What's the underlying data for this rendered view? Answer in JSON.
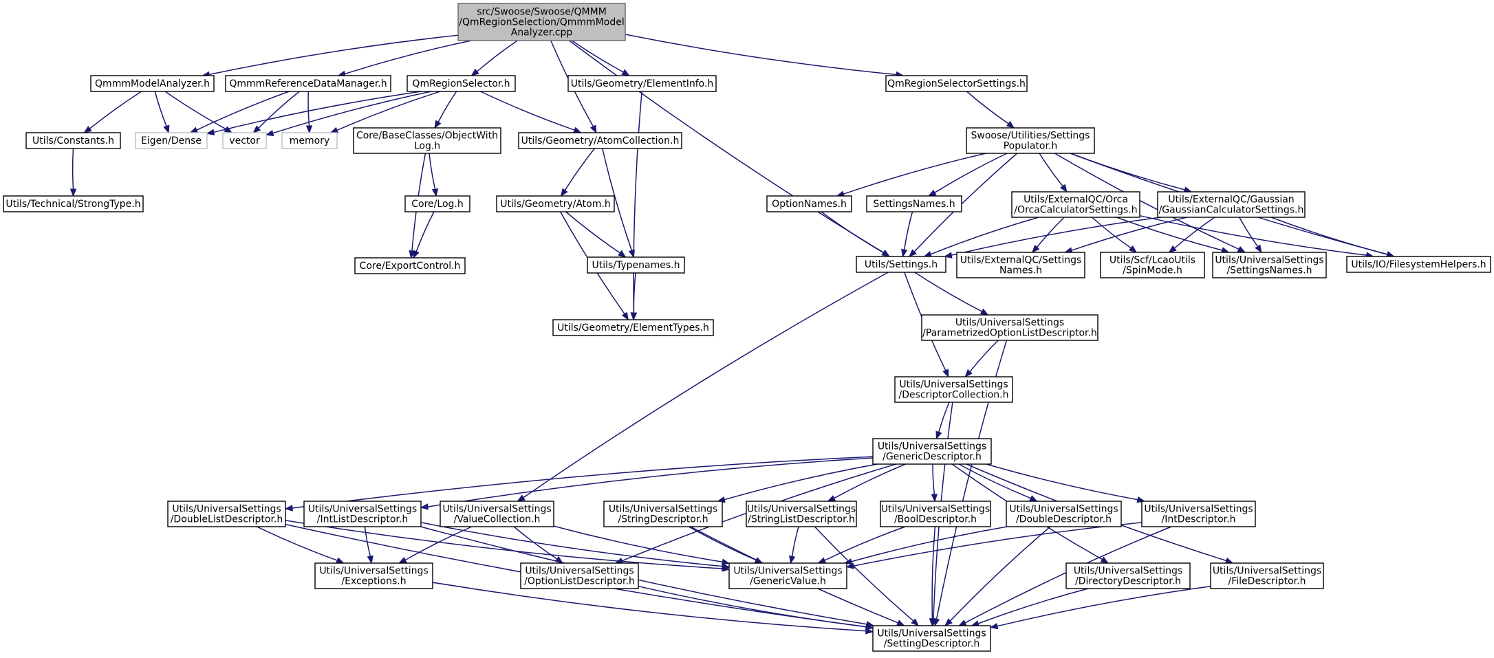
{
  "nodes": [
    {
      "id": "root",
      "lines": [
        "src/Swoose/Swoose/QMMM",
        "/QmRegionSelection/QmmmModel",
        "Analyzer.cpp"
      ],
      "kind": "root"
    },
    {
      "id": "qmmm_model_analyzer_h",
      "lines": [
        "QmmmModelAnalyzer.h"
      ]
    },
    {
      "id": "qmmm_reference_data_manager_h",
      "lines": [
        "QmmmReferenceDataManager.h"
      ]
    },
    {
      "id": "qm_region_selector_h",
      "lines": [
        "QmRegionSelector.h"
      ]
    },
    {
      "id": "element_info_h",
      "lines": [
        "Utils/Geometry/ElementInfo.h"
      ]
    },
    {
      "id": "qm_region_selector_settings_h",
      "lines": [
        "QmRegionSelectorSettings.h"
      ]
    },
    {
      "id": "constants_h",
      "lines": [
        "Utils/Constants.h"
      ]
    },
    {
      "id": "eigen_dense",
      "lines": [
        "Eigen/Dense"
      ],
      "kind": "missing"
    },
    {
      "id": "vector",
      "lines": [
        "vector"
      ],
      "kind": "missing"
    },
    {
      "id": "memory",
      "lines": [
        "memory"
      ],
      "kind": "missing"
    },
    {
      "id": "object_with_log_h",
      "lines": [
        "Core/BaseClasses/ObjectWith",
        "Log.h"
      ]
    },
    {
      "id": "atom_collection_h",
      "lines": [
        "Utils/Geometry/AtomCollection.h"
      ]
    },
    {
      "id": "strong_type_h",
      "lines": [
        "Utils/Technical/StrongType.h"
      ]
    },
    {
      "id": "core_log_h",
      "lines": [
        "Core/Log.h"
      ]
    },
    {
      "id": "atom_h",
      "lines": [
        "Utils/Geometry/Atom.h"
      ]
    },
    {
      "id": "export_control_h",
      "lines": [
        "Core/ExportControl.h"
      ]
    },
    {
      "id": "typenames_h",
      "lines": [
        "Utils/Typenames.h"
      ]
    },
    {
      "id": "element_types_h",
      "lines": [
        "Utils/Geometry/ElementTypes.h"
      ]
    },
    {
      "id": "settings_populator_h",
      "lines": [
        "Swoose/Utilities/Settings",
        "Populator.h"
      ]
    },
    {
      "id": "option_names_h",
      "lines": [
        "OptionNames.h"
      ]
    },
    {
      "id": "settings_names_h",
      "lines": [
        "SettingsNames.h"
      ]
    },
    {
      "id": "orca_calculator_settings_h",
      "lines": [
        "Utils/ExternalQC/Orca",
        "/OrcaCalculatorSettings.h"
      ]
    },
    {
      "id": "gaussian_calculator_settings_h",
      "lines": [
        "Utils/ExternalQC/Gaussian",
        "/GaussianCalculatorSettings.h"
      ]
    },
    {
      "id": "utils_settings_h",
      "lines": [
        "Utils/Settings.h"
      ]
    },
    {
      "id": "externalqc_settings_names_h",
      "lines": [
        "Utils/ExternalQC/Settings",
        "Names.h"
      ]
    },
    {
      "id": "spin_mode_h",
      "lines": [
        "Utils/Scf/LcaoUtils",
        "/SpinMode.h"
      ]
    },
    {
      "id": "universal_settings_names_h",
      "lines": [
        "Utils/UniversalSettings",
        "/SettingsNames.h"
      ]
    },
    {
      "id": "filesystem_helpers_h",
      "lines": [
        "Utils/IO/FilesystemHelpers.h"
      ]
    },
    {
      "id": "parametrized_option_list_descriptor_h",
      "lines": [
        "Utils/UniversalSettings",
        "/ParametrizedOptionListDescriptor.h"
      ]
    },
    {
      "id": "descriptor_collection_h",
      "lines": [
        "Utils/UniversalSettings",
        "/DescriptorCollection.h"
      ]
    },
    {
      "id": "generic_descriptor_h",
      "lines": [
        "Utils/UniversalSettings",
        "/GenericDescriptor.h"
      ]
    },
    {
      "id": "double_list_descriptor_h",
      "lines": [
        "Utils/UniversalSettings",
        "/DoubleListDescriptor.h"
      ]
    },
    {
      "id": "int_list_descriptor_h",
      "lines": [
        "Utils/UniversalSettings",
        "/IntListDescriptor.h"
      ]
    },
    {
      "id": "value_collection_h",
      "lines": [
        "Utils/UniversalSettings",
        "/ValueCollection.h"
      ]
    },
    {
      "id": "string_descriptor_h",
      "lines": [
        "Utils/UniversalSettings",
        "/StringDescriptor.h"
      ]
    },
    {
      "id": "string_list_descriptor_h",
      "lines": [
        "Utils/UniversalSettings",
        "/StringListDescriptor.h"
      ]
    },
    {
      "id": "bool_descriptor_h",
      "lines": [
        "Utils/UniversalSettings",
        "/BoolDescriptor.h"
      ]
    },
    {
      "id": "double_descriptor_h",
      "lines": [
        "Utils/UniversalSettings",
        "/DoubleDescriptor.h"
      ]
    },
    {
      "id": "int_descriptor_h",
      "lines": [
        "Utils/UniversalSettings",
        "/IntDescriptor.h"
      ]
    },
    {
      "id": "exceptions_h",
      "lines": [
        "Utils/UniversalSettings",
        "/Exceptions.h"
      ]
    },
    {
      "id": "option_list_descriptor_h",
      "lines": [
        "Utils/UniversalSettings",
        "/OptionListDescriptor.h"
      ]
    },
    {
      "id": "generic_value_h",
      "lines": [
        "Utils/UniversalSettings",
        "/GenericValue.h"
      ]
    },
    {
      "id": "directory_descriptor_h",
      "lines": [
        "Utils/UniversalSettings",
        "/DirectoryDescriptor.h"
      ]
    },
    {
      "id": "file_descriptor_h",
      "lines": [
        "Utils/UniversalSettings",
        "/FileDescriptor.h"
      ]
    },
    {
      "id": "setting_descriptor_h",
      "lines": [
        "Utils/UniversalSettings",
        "/SettingDescriptor.h"
      ]
    }
  ],
  "edges": [
    [
      "root",
      "qmmm_model_analyzer_h"
    ],
    [
      "root",
      "qmmm_reference_data_manager_h"
    ],
    [
      "root",
      "qm_region_selector_h"
    ],
    [
      "root",
      "atom_collection_h"
    ],
    [
      "root",
      "element_info_h"
    ],
    [
      "root",
      "utils_settings_h"
    ],
    [
      "root",
      "qm_region_selector_settings_h"
    ],
    [
      "qmmm_model_analyzer_h",
      "constants_h"
    ],
    [
      "qmmm_model_analyzer_h",
      "eigen_dense"
    ],
    [
      "qmmm_model_analyzer_h",
      "vector"
    ],
    [
      "constants_h",
      "strong_type_h"
    ],
    [
      "qmmm_reference_data_manager_h",
      "eigen_dense"
    ],
    [
      "qmmm_reference_data_manager_h",
      "vector"
    ],
    [
      "qmmm_reference_data_manager_h",
      "memory"
    ],
    [
      "qm_region_selector_h",
      "eigen_dense"
    ],
    [
      "qm_region_selector_h",
      "vector"
    ],
    [
      "qm_region_selector_h",
      "memory"
    ],
    [
      "qm_region_selector_h",
      "object_with_log_h"
    ],
    [
      "qm_region_selector_h",
      "atom_collection_h"
    ],
    [
      "object_with_log_h",
      "core_log_h"
    ],
    [
      "object_with_log_h",
      "export_control_h"
    ],
    [
      "core_log_h",
      "export_control_h"
    ],
    [
      "atom_collection_h",
      "atom_h"
    ],
    [
      "atom_collection_h",
      "typenames_h"
    ],
    [
      "atom_h",
      "typenames_h"
    ],
    [
      "atom_h",
      "element_types_h"
    ],
    [
      "typenames_h",
      "element_types_h"
    ],
    [
      "element_info_h",
      "element_types_h"
    ],
    [
      "qm_region_selector_settings_h",
      "settings_populator_h"
    ],
    [
      "settings_populator_h",
      "option_names_h"
    ],
    [
      "settings_populator_h",
      "settings_names_h"
    ],
    [
      "settings_populator_h",
      "utils_settings_h"
    ],
    [
      "settings_populator_h",
      "orca_calculator_settings_h"
    ],
    [
      "settings_populator_h",
      "gaussian_calculator_settings_h"
    ],
    [
      "settings_populator_h",
      "universal_settings_names_h"
    ],
    [
      "settings_populator_h",
      "filesystem_helpers_h"
    ],
    [
      "option_names_h",
      "utils_settings_h"
    ],
    [
      "settings_names_h",
      "utils_settings_h"
    ],
    [
      "orca_calculator_settings_h",
      "utils_settings_h"
    ],
    [
      "orca_calculator_settings_h",
      "externalqc_settings_names_h"
    ],
    [
      "orca_calculator_settings_h",
      "spin_mode_h"
    ],
    [
      "orca_calculator_settings_h",
      "universal_settings_names_h"
    ],
    [
      "orca_calculator_settings_h",
      "filesystem_helpers_h"
    ],
    [
      "gaussian_calculator_settings_h",
      "utils_settings_h"
    ],
    [
      "gaussian_calculator_settings_h",
      "externalqc_settings_names_h"
    ],
    [
      "gaussian_calculator_settings_h",
      "spin_mode_h"
    ],
    [
      "gaussian_calculator_settings_h",
      "universal_settings_names_h"
    ],
    [
      "gaussian_calculator_settings_h",
      "filesystem_helpers_h"
    ],
    [
      "utils_settings_h",
      "parametrized_option_list_descriptor_h"
    ],
    [
      "utils_settings_h",
      "descriptor_collection_h"
    ],
    [
      "utils_settings_h",
      "value_collection_h"
    ],
    [
      "parametrized_option_list_descriptor_h",
      "descriptor_collection_h"
    ],
    [
      "parametrized_option_list_descriptor_h",
      "setting_descriptor_h"
    ],
    [
      "descriptor_collection_h",
      "generic_descriptor_h"
    ],
    [
      "descriptor_collection_h",
      "setting_descriptor_h"
    ],
    [
      "generic_descriptor_h",
      "double_list_descriptor_h"
    ],
    [
      "generic_descriptor_h",
      "int_list_descriptor_h"
    ],
    [
      "generic_descriptor_h",
      "string_descriptor_h"
    ],
    [
      "generic_descriptor_h",
      "string_list_descriptor_h"
    ],
    [
      "generic_descriptor_h",
      "bool_descriptor_h"
    ],
    [
      "generic_descriptor_h",
      "double_descriptor_h"
    ],
    [
      "generic_descriptor_h",
      "int_descriptor_h"
    ],
    [
      "generic_descriptor_h",
      "option_list_descriptor_h"
    ],
    [
      "generic_descriptor_h",
      "directory_descriptor_h"
    ],
    [
      "generic_descriptor_h",
      "file_descriptor_h"
    ],
    [
      "double_list_descriptor_h",
      "exceptions_h"
    ],
    [
      "double_list_descriptor_h",
      "generic_value_h"
    ],
    [
      "double_list_descriptor_h",
      "setting_descriptor_h"
    ],
    [
      "int_list_descriptor_h",
      "exceptions_h"
    ],
    [
      "int_list_descriptor_h",
      "generic_value_h"
    ],
    [
      "int_list_descriptor_h",
      "setting_descriptor_h"
    ],
    [
      "value_collection_h",
      "exceptions_h"
    ],
    [
      "value_collection_h",
      "option_list_descriptor_h"
    ],
    [
      "value_collection_h",
      "generic_value_h"
    ],
    [
      "string_descriptor_h",
      "generic_value_h"
    ],
    [
      "string_descriptor_h",
      "setting_descriptor_h"
    ],
    [
      "string_list_descriptor_h",
      "generic_value_h"
    ],
    [
      "string_list_descriptor_h",
      "setting_descriptor_h"
    ],
    [
      "bool_descriptor_h",
      "generic_value_h"
    ],
    [
      "bool_descriptor_h",
      "setting_descriptor_h"
    ],
    [
      "double_descriptor_h",
      "generic_value_h"
    ],
    [
      "double_descriptor_h",
      "setting_descriptor_h"
    ],
    [
      "int_descriptor_h",
      "generic_value_h"
    ],
    [
      "int_descriptor_h",
      "setting_descriptor_h"
    ],
    [
      "exceptions_h",
      "setting_descriptor_h"
    ],
    [
      "option_list_descriptor_h",
      "setting_descriptor_h"
    ],
    [
      "directory_descriptor_h",
      "setting_descriptor_h"
    ],
    [
      "file_descriptor_h",
      "setting_descriptor_h"
    ]
  ],
  "colors": {
    "edge": "#191970",
    "node_border": "#000000",
    "root_fill": "#bfbfbf",
    "root_border": "#666666",
    "missing_border": "#bfbfbf"
  }
}
